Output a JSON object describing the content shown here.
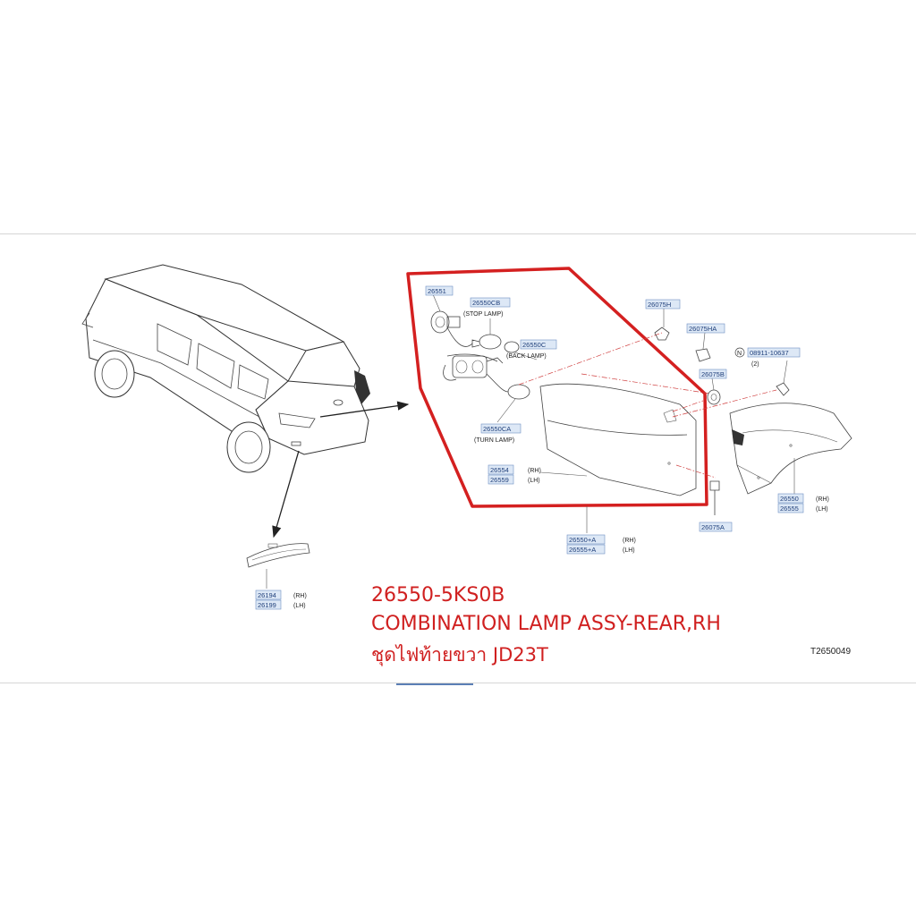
{
  "part": {
    "number": "26550-5KS0B",
    "name": "COMBINATION LAMP ASSY-REAR,RH",
    "thai_name": "ชุดไฟท้ายขวา JD23T"
  },
  "diagram_code": "T2650049",
  "callouts": {
    "p26551": "26551",
    "p26550CB": "26550CB",
    "stop_lamp": "(STOP   LAMP)",
    "p26550C": "26550C",
    "back_lamp": "(BACK   LAMP)",
    "p26550CA": "26550CA",
    "turn_lamp": "(TURN   LAMP)",
    "p26554": "26554",
    "p26559": "26559",
    "p26550A": "26550+A",
    "p26555A": "26555+A",
    "p26075H": "26075H",
    "p26075HA": "26075HA",
    "p26075B": "26075B",
    "p26075A": "26075A",
    "n_mark": "N",
    "p08911": "08911-10637",
    "qty2": "(2)",
    "p26550": "26550",
    "p26555": "26555",
    "p26194": "26194",
    "p26199": "26199",
    "rh": "(RH)",
    "lh": "(LH)"
  },
  "colors": {
    "highlight": "#d42020",
    "callout_box": "#dde8f6",
    "callout_text": "#1f3f7a",
    "title_text": "#d02020"
  }
}
